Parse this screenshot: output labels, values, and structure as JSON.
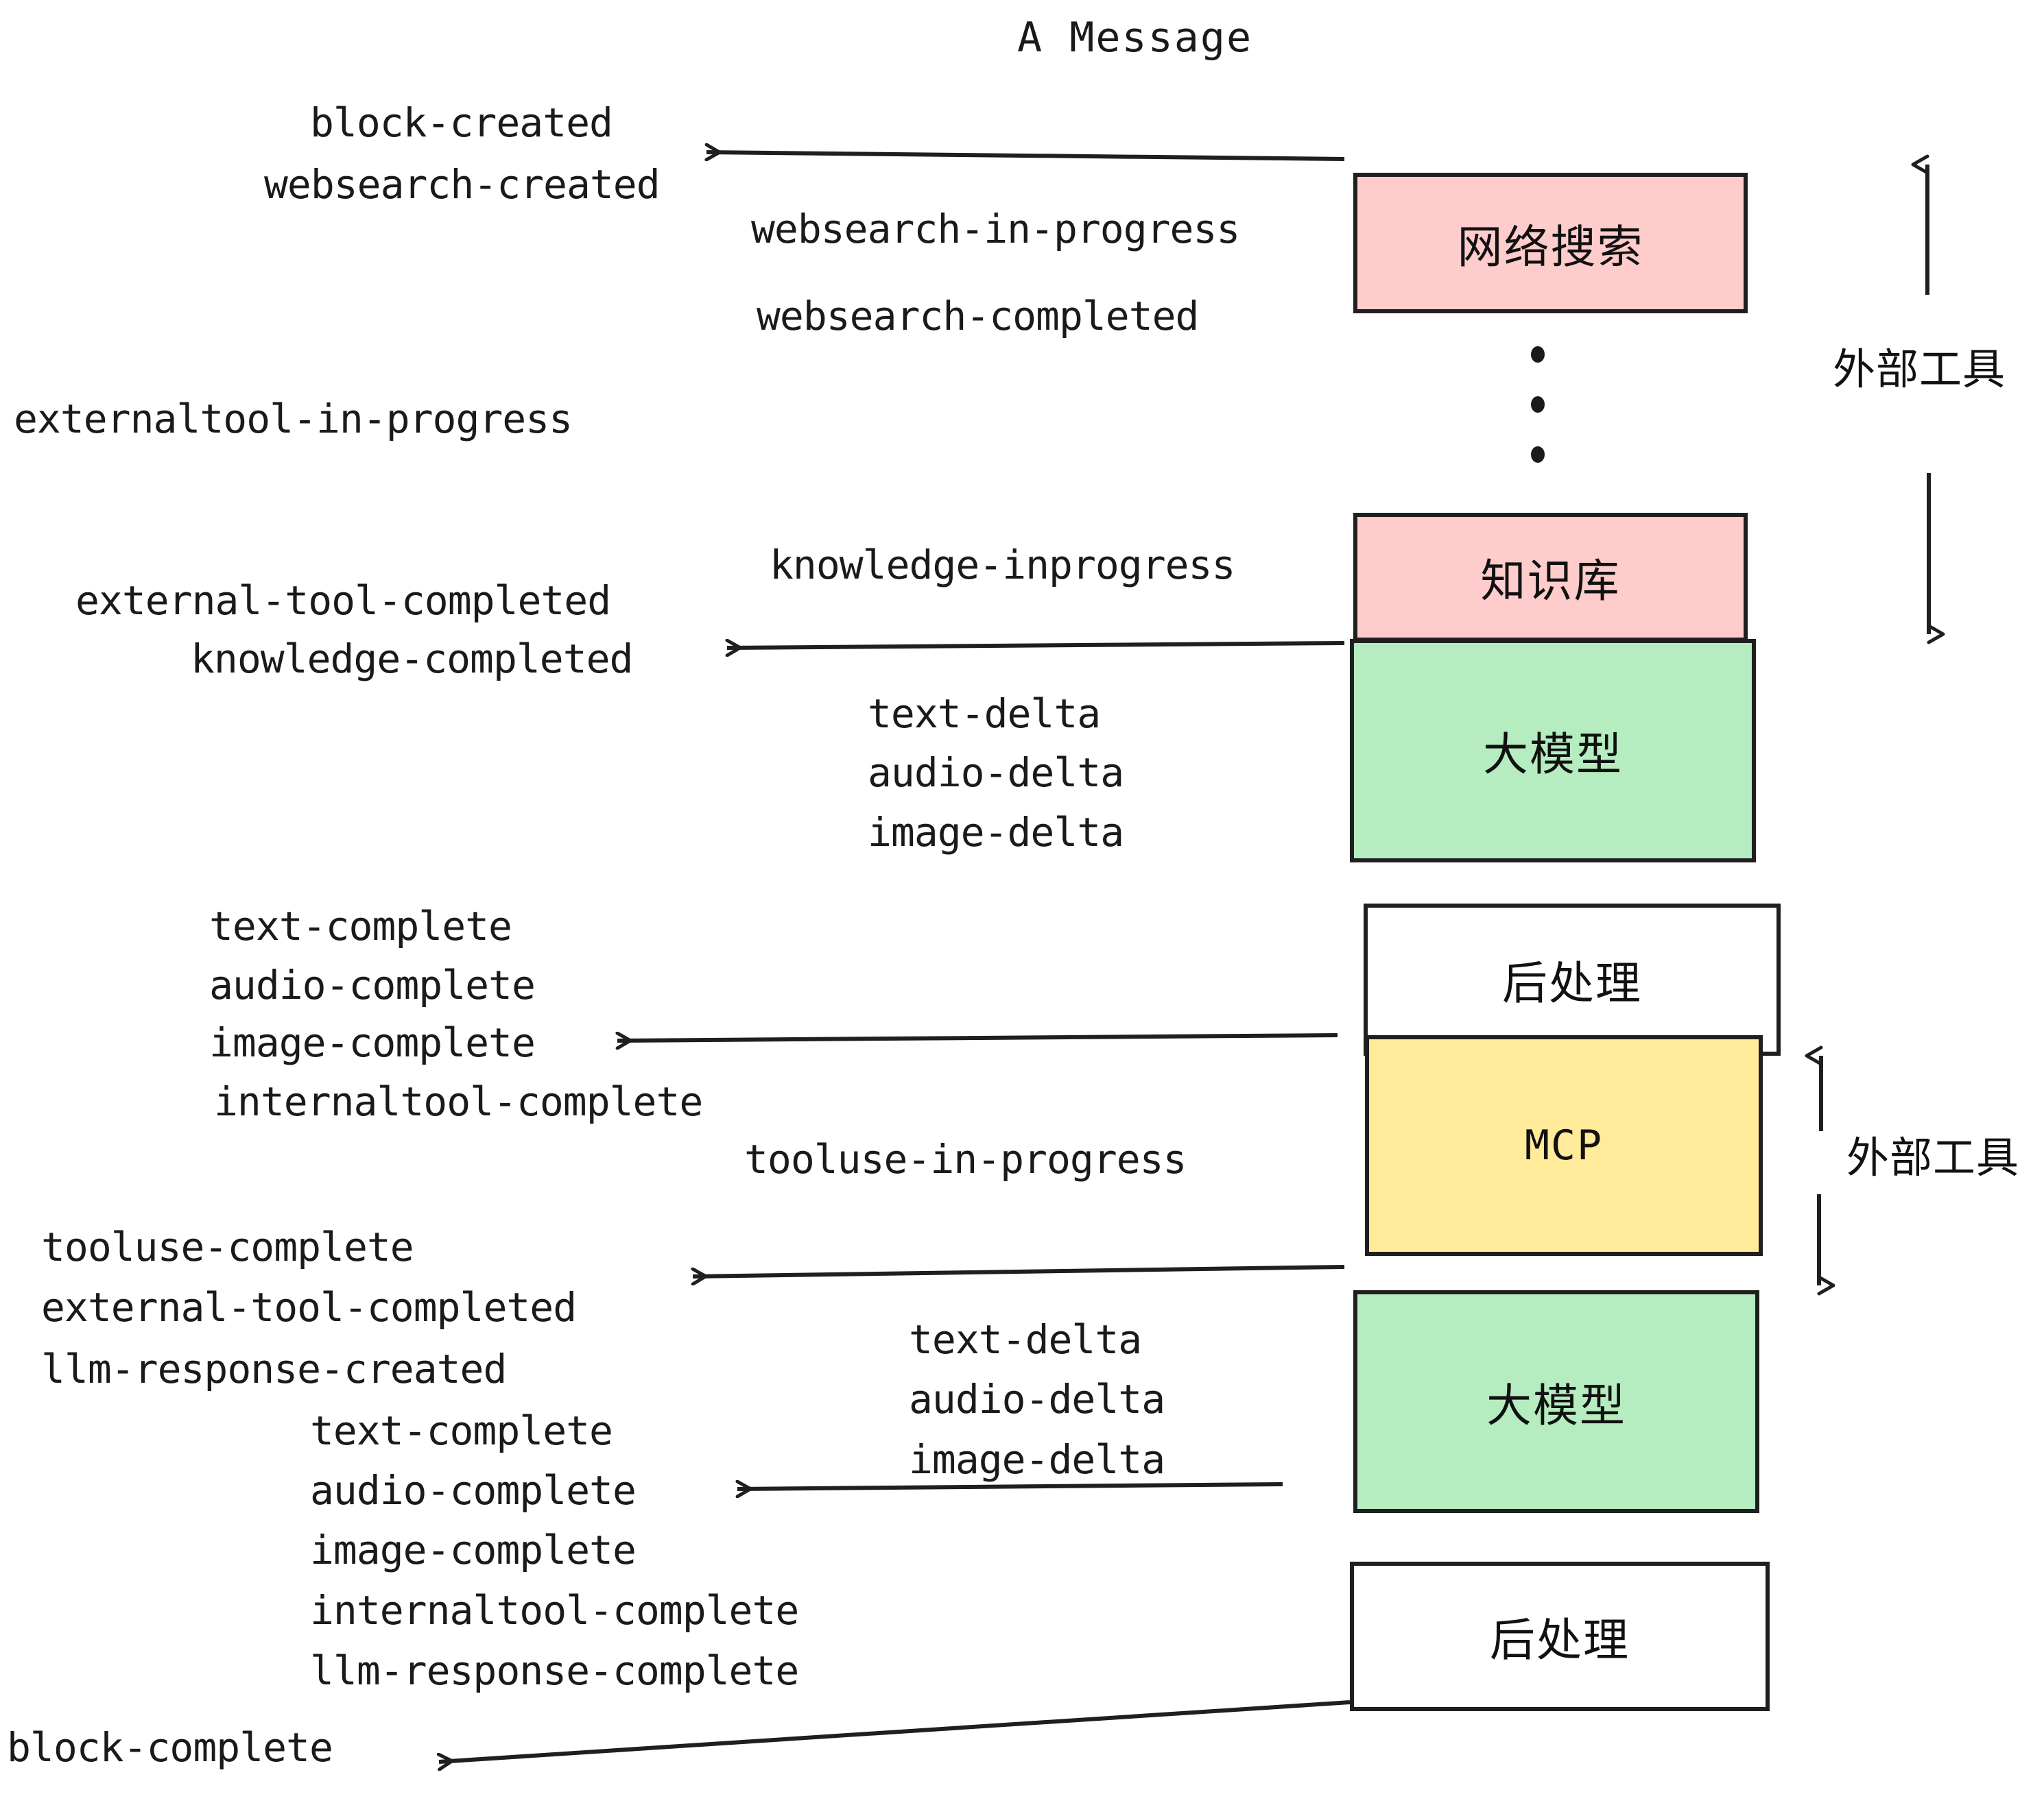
{
  "title": "A Message",
  "boxes": [
    {
      "id": "websearch",
      "label": "网络搜索",
      "color": "#ffcccc"
    },
    {
      "id": "knowledge",
      "label": "知识库",
      "color": "#ffcccc"
    },
    {
      "id": "llm-1",
      "label": "大模型",
      "color": "#b5edc1"
    },
    {
      "id": "postprocess-1",
      "label": "后处理",
      "color": "#ffffff"
    },
    {
      "id": "mcp",
      "label": "MCP",
      "color": "#ffeb99"
    },
    {
      "id": "llm-2",
      "label": "大模型",
      "color": "#b5edc1"
    },
    {
      "id": "postprocess-2",
      "label": "后处理",
      "color": "#ffffff"
    }
  ],
  "side_annotations": [
    {
      "id": "external-tools-top",
      "label": "外部工具"
    },
    {
      "id": "external-tools-bottom",
      "label": "外部工具"
    }
  ],
  "events": [
    {
      "id": "block-created",
      "label": "block-created"
    },
    {
      "id": "websearch-created",
      "label": "websearch-created"
    },
    {
      "id": "websearch-in-progress",
      "label": "websearch-in-progress"
    },
    {
      "id": "websearch-completed",
      "label": "websearch-completed"
    },
    {
      "id": "externaltool-in-progress",
      "label": "externaltool-in-progress"
    },
    {
      "id": "knowledge-inprogress",
      "label": "knowledge-inprogress"
    },
    {
      "id": "external-tool-completed-1",
      "label": "external-tool-completed"
    },
    {
      "id": "knowledge-completed",
      "label": "knowledge-completed"
    },
    {
      "id": "text-delta-1",
      "label": "text-delta"
    },
    {
      "id": "audio-delta-1",
      "label": "audio-delta"
    },
    {
      "id": "image-delta-1",
      "label": "image-delta"
    },
    {
      "id": "text-complete-1",
      "label": "text-complete"
    },
    {
      "id": "audio-complete-1",
      "label": "audio-complete"
    },
    {
      "id": "image-complete-1",
      "label": "image-complete"
    },
    {
      "id": "internaltool-complete-1",
      "label": "internaltool-complete"
    },
    {
      "id": "tooluse-in-progress",
      "label": "tooluse-in-progress"
    },
    {
      "id": "tooluse-complete",
      "label": "tooluse-complete"
    },
    {
      "id": "external-tool-completed-2",
      "label": "external-tool-completed"
    },
    {
      "id": "llm-response-created",
      "label": "llm-response-created"
    },
    {
      "id": "text-delta-2",
      "label": "text-delta"
    },
    {
      "id": "audio-delta-2",
      "label": "audio-delta"
    },
    {
      "id": "image-delta-2",
      "label": "image-delta"
    },
    {
      "id": "text-complete-2",
      "label": "text-complete"
    },
    {
      "id": "audio-complete-2",
      "label": "audio-complete"
    },
    {
      "id": "image-complete-2",
      "label": "image-complete"
    },
    {
      "id": "internaltool-complete-2",
      "label": "internaltool-complete"
    },
    {
      "id": "llm-response-complete",
      "label": "llm-response-complete"
    },
    {
      "id": "block-complete",
      "label": "block-complete"
    }
  ],
  "colors": {
    "stroke": "#1f1f1f",
    "pink": "#ffcccc",
    "green": "#b5edc1",
    "yellow": "#ffeb99",
    "white": "#ffffff",
    "text": "#1a1a1a"
  }
}
